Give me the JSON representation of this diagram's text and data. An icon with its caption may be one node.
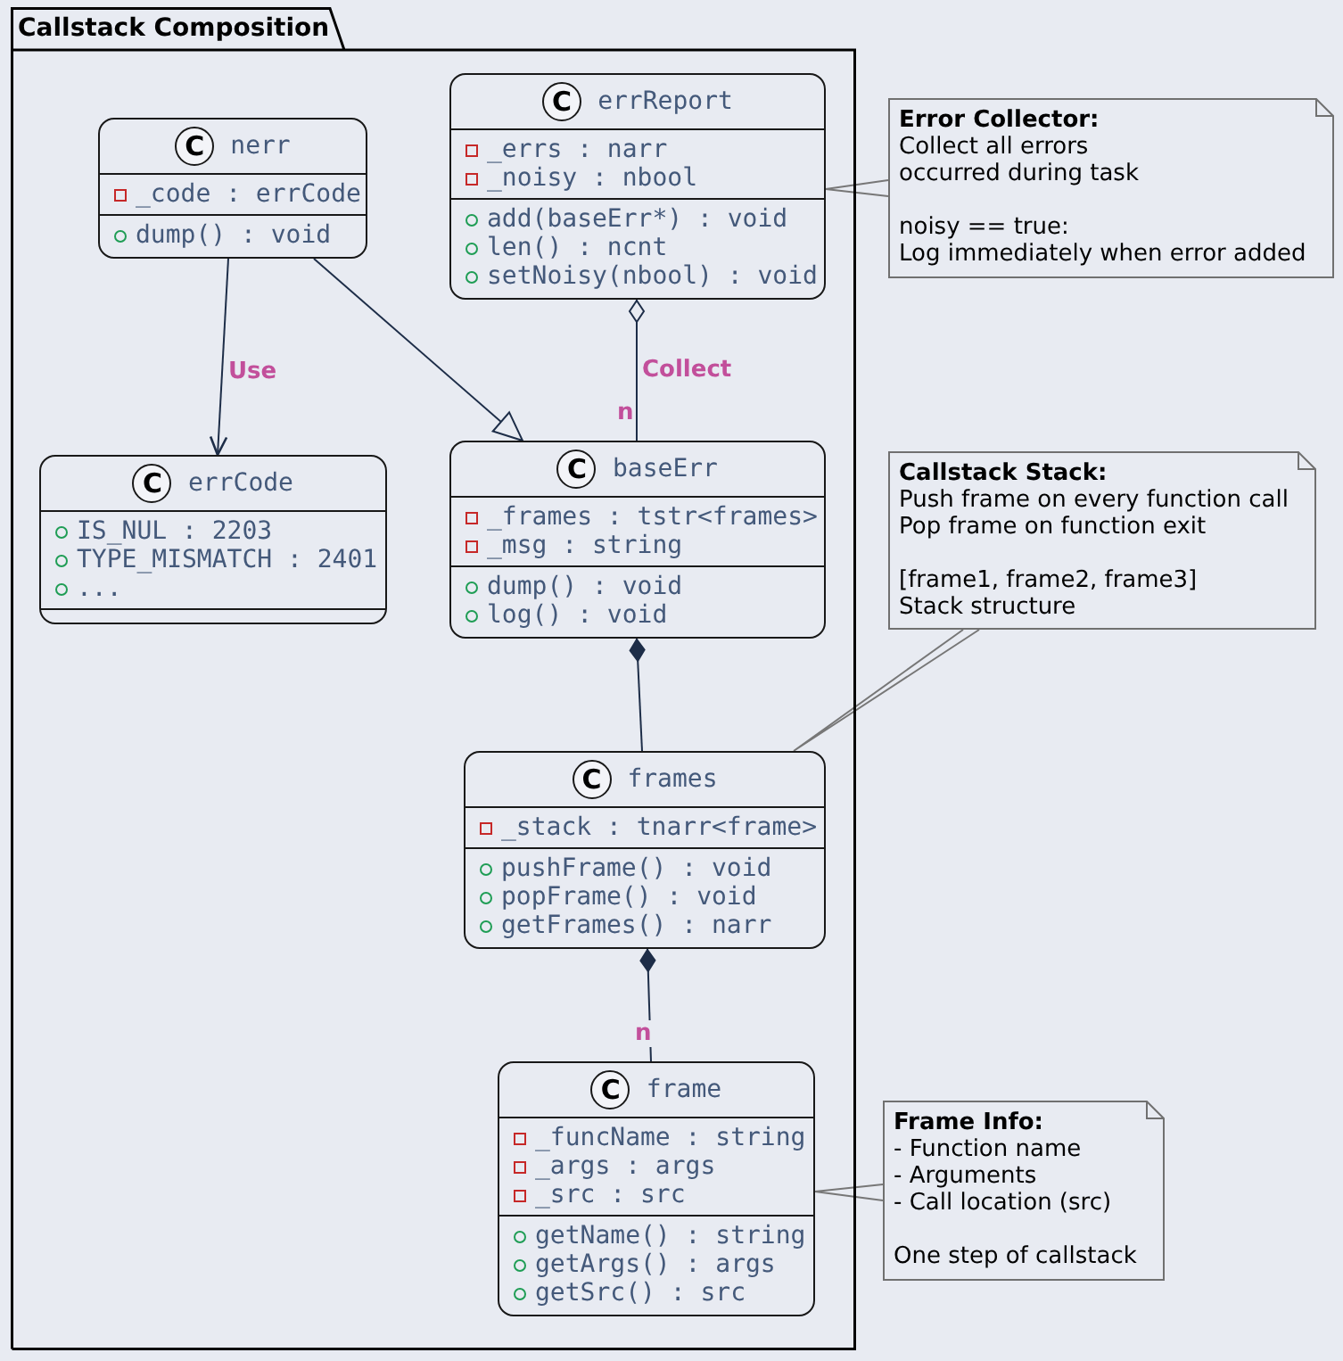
{
  "diagram": {
    "nodes": [
      {
        "text": [
          "Callstack Composition"
        ]
      },
      {
        "text": [
          "C",
          "nerr",
          "_code : errCode",
          "dump() : void"
        ],
        "in": 0
      },
      {
        "text": [
          "C",
          "errReport",
          "_errs : narr",
          "_noisy : nbool",
          "add(baseErr*) : void",
          "len() : ncnt",
          "setNoisy(nbool) : void"
        ],
        "in": 0
      },
      {
        "text": [
          "Error Collector:",
          "Collect all errors occurred during task",
          "noisy == true:",
          "Log immediately when error added"
        ]
      },
      {
        "text": [
          "C",
          "errCode",
          "IS_NUL : 2203",
          "TYPE_MISMATCH : 2401",
          "..."
        ],
        "in": 0
      },
      {
        "text": [
          "C",
          "baseErr",
          "_frames : tstr<frames>",
          "_msg : string",
          "dump() : void",
          "log() : void"
        ],
        "in": 0
      },
      {
        "text": [
          "Callstack Stack:",
          "Push frame on every function call",
          "Pop frame on function exit",
          "[frame1, frame2, frame3]",
          "Stack structure"
        ]
      },
      {
        "text": [
          "C",
          "frames",
          "_stack : tnarr<frame>",
          "pushFrame() : void",
          "popFrame() : void",
          "getFrames() : narr"
        ],
        "in": 0
      },
      {
        "text": [
          "C",
          "frame",
          "_funcName : string",
          "_args : args",
          "_src : src",
          "getName() : string",
          "getArgs() : args",
          "getSrc() : src"
        ],
        "in": 0
      },
      {
        "text": [
          "Frame Info:",
          "- Function name",
          "- Arguments",
          "- Call location (src)",
          "One step of callstack"
        ]
      }
    ],
    "edges": [
      {
        "from": 1,
        "to": 4,
        "arrow": "to",
        "label": "Use"
      },
      {
        "from": 1,
        "to": 5,
        "arrow": "to"
      },
      {
        "from": 2,
        "to": 5,
        "arrow": "other",
        "label": "Collect"
      },
      {
        "from": 5,
        "to": 7,
        "arrow": "other"
      },
      {
        "from": 7,
        "to": 8,
        "arrow": "other"
      },
      {
        "from": 3,
        "to": 2,
        "arrow": "none",
        "color": "#777777"
      },
      {
        "from": 6,
        "to": 7,
        "arrow": "none",
        "color": "#777777"
      },
      {
        "from": 9,
        "to": 8,
        "arrow": "none",
        "color": "#777777"
      }
    ],
    "labels": [
      "n",
      "n"
    ]
  }
}
